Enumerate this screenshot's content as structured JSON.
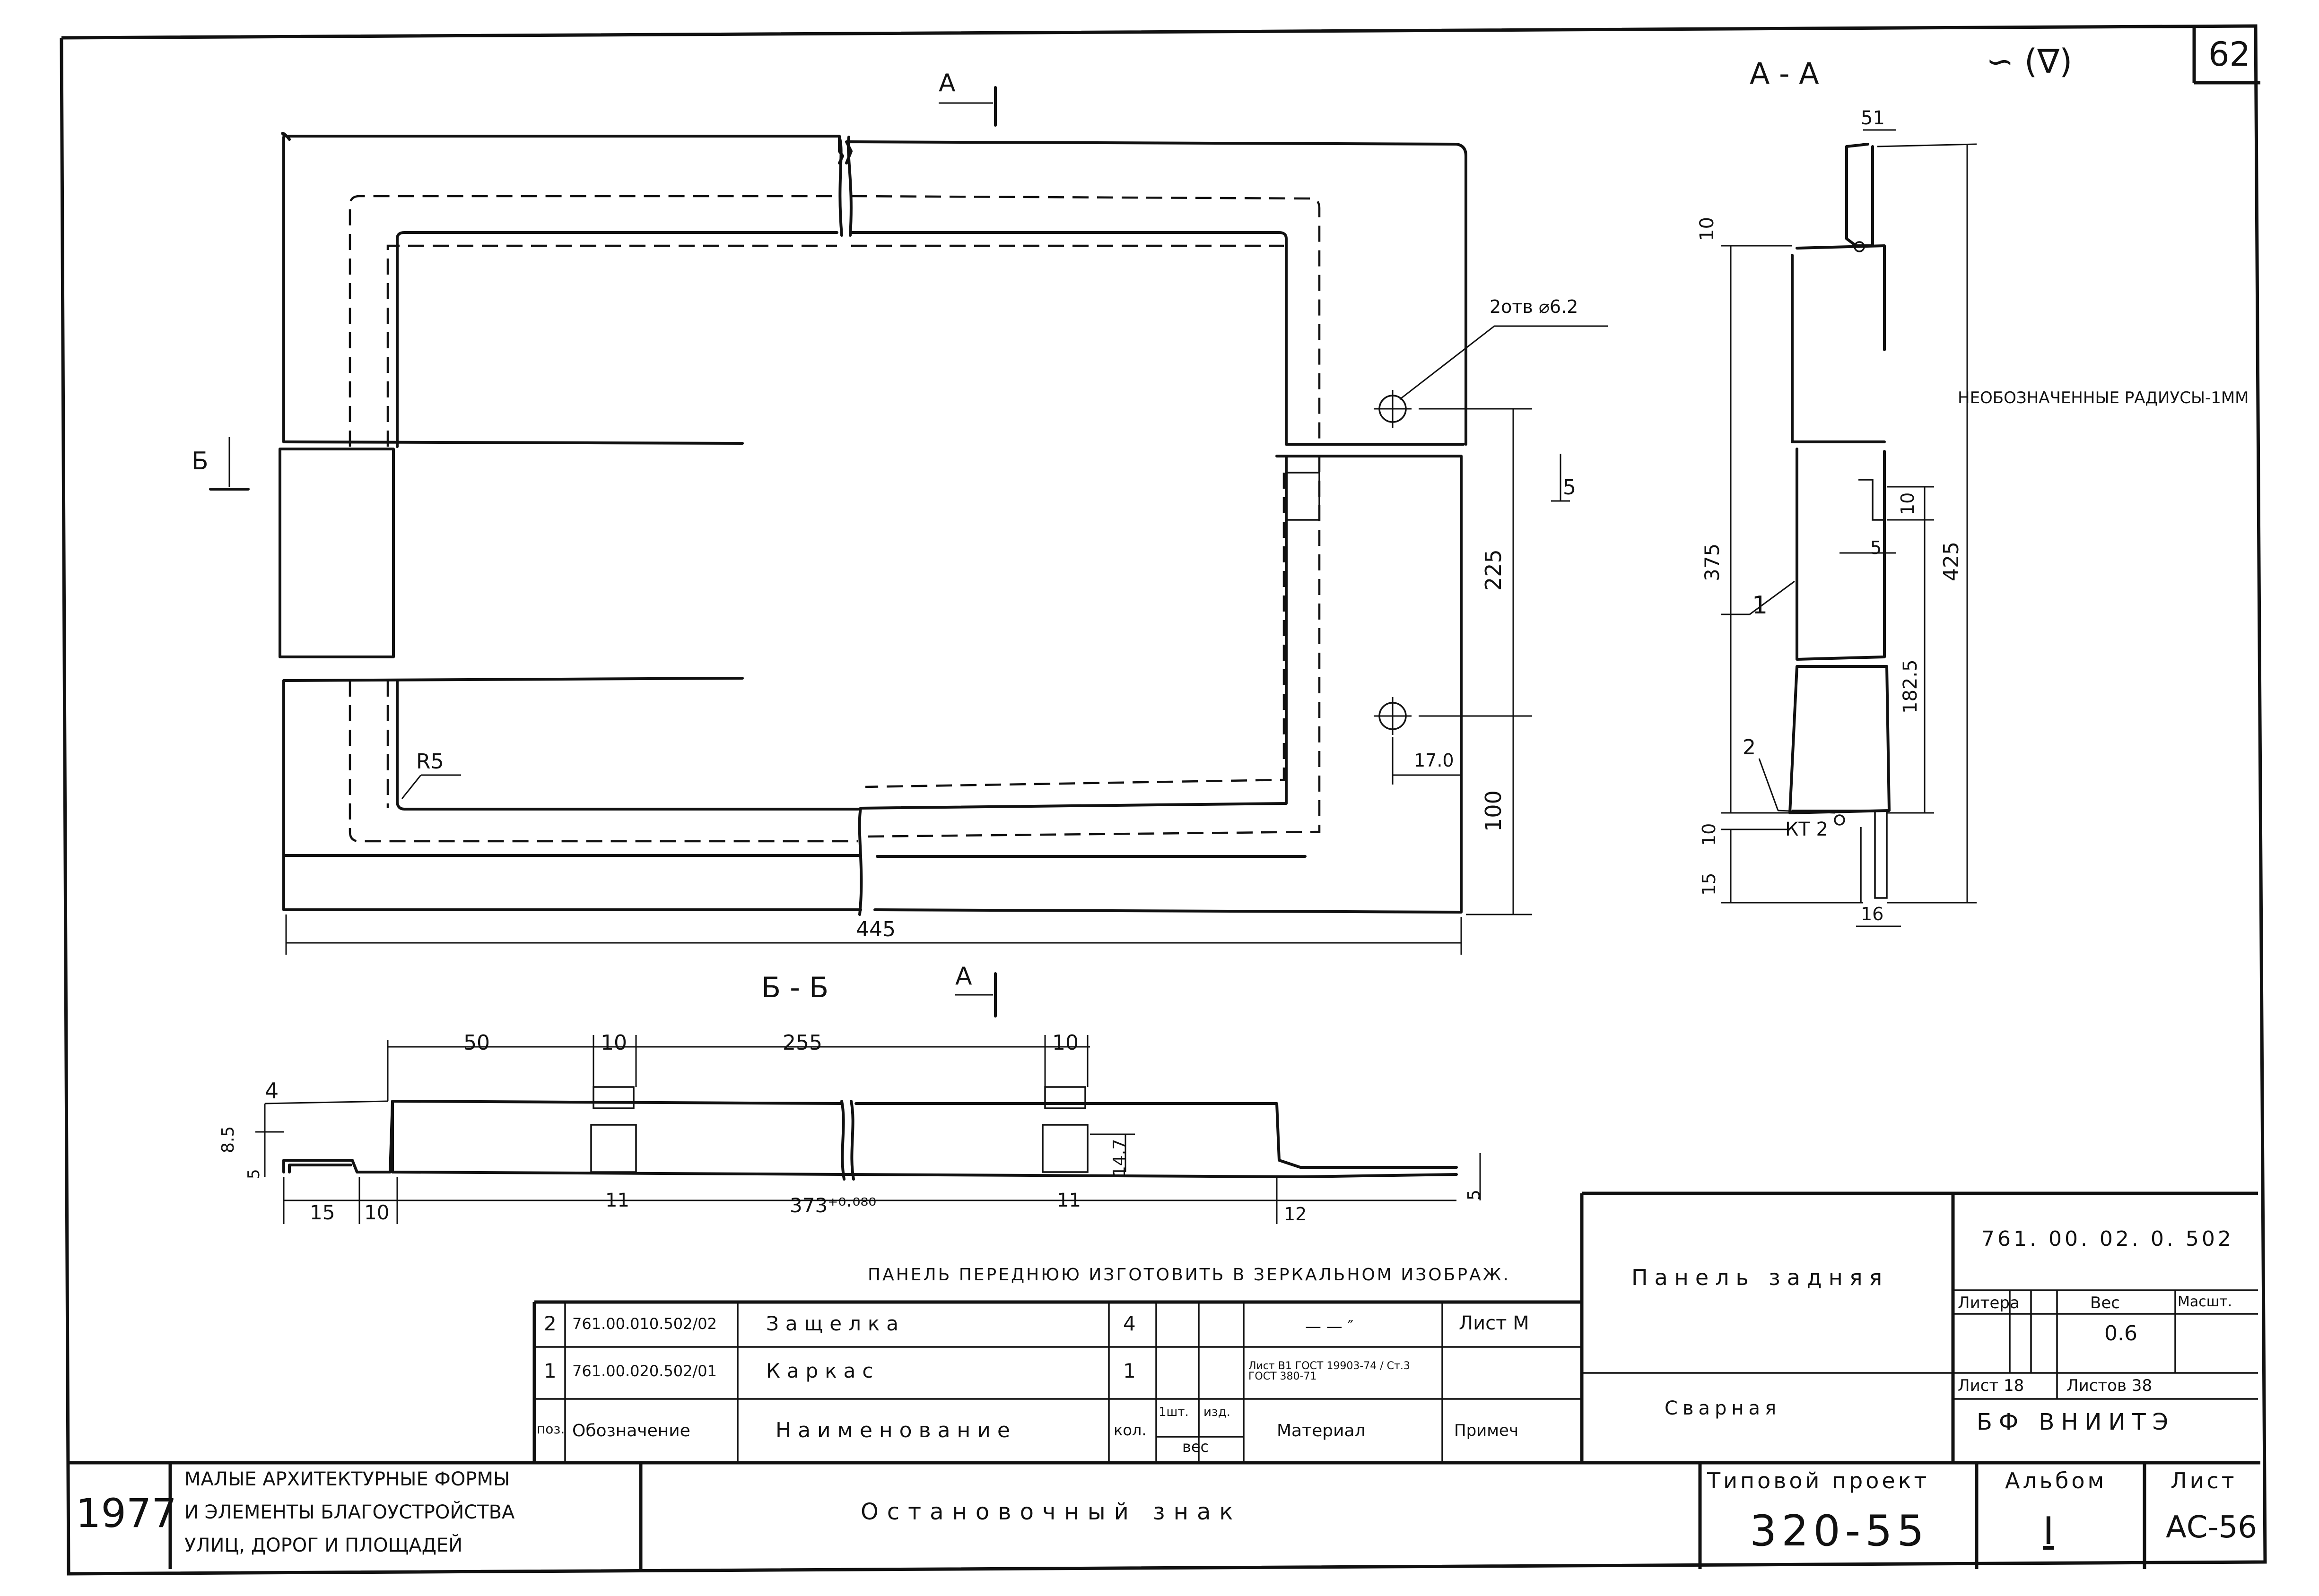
{
  "sheet": {
    "page_number": "62",
    "roughness_mark": "∽ (∇)"
  },
  "view_a": {
    "section_label": "A - A",
    "section_mark": "А",
    "dims": {
      "d51": "51",
      "d10_top": "10",
      "d375": "375",
      "d10": "10",
      "d425": "425",
      "d182_5": "182.5",
      "d10_bottom": "10",
      "d15": "15",
      "d16": "16",
      "d5": "5"
    },
    "leaders": {
      "part1": "1",
      "part2": "2",
      "weld": "КТ 2"
    },
    "note": "НЕОБОЗНАЧЕННЫЕ РАДИУСЫ-1ММ"
  },
  "front_view": {
    "section_mark_b": "Б",
    "holes_note": "2отв ⌀6.2",
    "radius": "R5",
    "dims": {
      "width": "445",
      "d225": "225",
      "d100": "100",
      "d17": "17.0",
      "side5": "5"
    }
  },
  "view_b": {
    "label": "Б - Б",
    "dims": {
      "d50": "50",
      "d10a": "10",
      "d255": "255",
      "d10b": "10",
      "d4": "4",
      "d85": "8.5",
      "d5left": "5",
      "d15": "15",
      "d10c": "10",
      "d11a": "11",
      "d373": "373⁺⁰·⁰⁸⁰",
      "d11b": "11",
      "d14": "14.7",
      "d12": "12",
      "d5right": "5"
    }
  },
  "note_mirror": "ПАНЕЛЬ ПЕРЕДНЮЮ ИЗГОТОВИТЬ В ЗЕРКАЛЬНОМ ИЗОБРАЖ.",
  "spec": {
    "rows": [
      {
        "pos": "2",
        "designation": "761.00.010.502/02",
        "name": "Защелка",
        "qty": "4",
        "mass": "",
        "material": "— — ″",
        "note": "Лист М"
      },
      {
        "pos": "1",
        "designation": "761.00.020.502/01",
        "name": "Каркас",
        "qty": "1",
        "mass": "",
        "material": "Лист B1 ГОСТ 19903-74 / Ст.3 ГОСТ 380-71",
        "note": ""
      }
    ],
    "header": {
      "pos": "поз.",
      "designation": "Обозначение",
      "name": "Наименование",
      "qty": "кол.",
      "mass_unit": "1шт.",
      "mass_prod": "изд.",
      "mass": "вес",
      "material": "Материал",
      "note": "Примеч"
    }
  },
  "title_block": {
    "doc_code": "761. 00. 02. 0. 502",
    "part_name": "Панель задняя",
    "assembly": "Сварная",
    "litera_label": "Литера",
    "weight_label": "Вес",
    "scale_label": "Масшт.",
    "weight": "0.6",
    "sheet_label": "Лист 18",
    "sheets_label": "Листов 38",
    "org": "БФ ВНИИТЭ",
    "year": "1977",
    "album_title_1": "МАЛЫЕ АРХИТЕКТУРНЫЕ ФОРМЫ",
    "album_title_2": "И ЭЛЕМЕНТЫ БЛАГОУСТРОЙСТВА",
    "album_title_3": "УЛИЦ, ДОРОГ И ПЛОЩАДЕЙ",
    "drawing_title": "Остановочный знак",
    "project_label": "Типовой проект",
    "project_number": "320-55",
    "album_label": "Альбом",
    "album_number": "I",
    "sheet_col_label": "Лист",
    "sheet_code": "АС-56"
  }
}
